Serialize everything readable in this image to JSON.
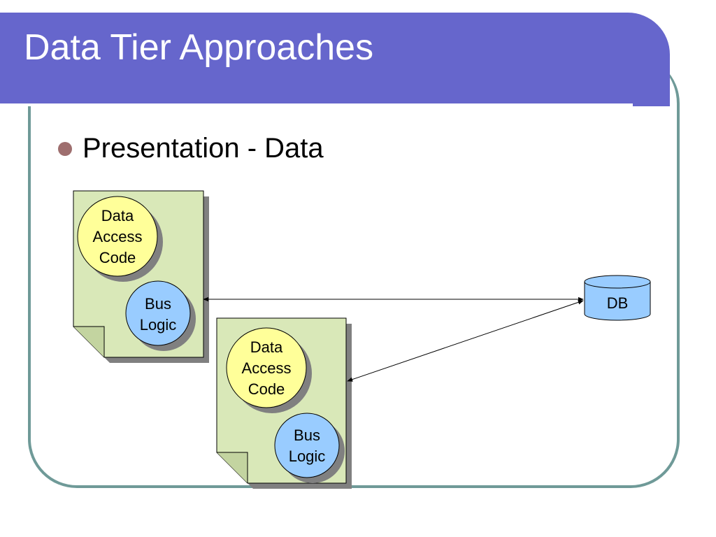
{
  "slide": {
    "title": "Data Tier Approaches",
    "bullet": "Presentation - Data"
  },
  "diagram": {
    "documents": [
      {
        "data_access": [
          "Data",
          "Access",
          "Code"
        ],
        "bus_logic": [
          "Bus",
          "Logic"
        ]
      },
      {
        "data_access": [
          "Data",
          "Access",
          "Code"
        ],
        "bus_logic": [
          "Bus",
          "Logic"
        ]
      }
    ],
    "database": "DB"
  },
  "colors": {
    "title_bar": "#6666cc",
    "frame": "#6f9a98",
    "document_fill": "#d9e8b8",
    "data_access_fill": "#ffff99",
    "bus_logic_fill": "#99ccff",
    "database_fill": "#99ccff",
    "bullet": "#9e6e6e"
  }
}
